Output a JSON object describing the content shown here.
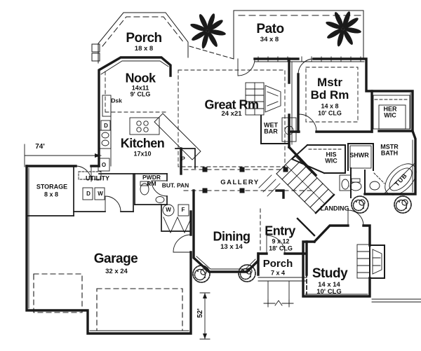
{
  "rooms": {
    "porch_rear": {
      "name": "Porch",
      "dims": "18 x 8"
    },
    "patio": {
      "name": "Pato",
      "dims": "34 x 8"
    },
    "nook": {
      "name": "Nook",
      "dims": "14x11",
      "clg": "9' CLG"
    },
    "great_rm": {
      "name": "Great Rm",
      "dims": "24 x21"
    },
    "mstr_bd_rm": {
      "name": "Mstr\nBd Rm",
      "dims": "14 x 8",
      "clg": "10' CLG"
    },
    "her_wic": {
      "name": "HER\nWIC"
    },
    "kitchen": {
      "name": "Kitchen",
      "dims": "17x10"
    },
    "wet_bar": {
      "name": "WET\nBAR"
    },
    "his_wic": {
      "name": "HIS\nWIC"
    },
    "shwr": {
      "name": "SHWR"
    },
    "mstr_bath": {
      "name": "MSTR\nBATH"
    },
    "tub": {
      "name": "TUB"
    },
    "storage": {
      "name": "STORAGE",
      "dims": "8 x 8"
    },
    "utility": {
      "name": "UTILITY"
    },
    "pwdr_rm": {
      "name": "PWDR\nRM"
    },
    "but_pan": {
      "name": "BUT. PAN"
    },
    "gallery": {
      "name": "GALLERY"
    },
    "landing": {
      "name": "LANDING"
    },
    "garage": {
      "name": "Garage",
      "dims": "32 x 24"
    },
    "dining": {
      "name": "Dining",
      "dims": "13 x 14"
    },
    "entry": {
      "name": "Entry",
      "dims": "9 x 12",
      "clg": "18' CLG"
    },
    "porch_front": {
      "name": "Porch",
      "dims": "7 x 4"
    },
    "study": {
      "name": "Study",
      "dims": "14 x 14",
      "clg": "10' CLG"
    }
  },
  "overall_dimensions": {
    "width": "74'",
    "depth": "52'"
  },
  "fixture_labels": {
    "desk": "Dsk",
    "dishwasher": "D",
    "oven": "O",
    "dryer": "D",
    "washer": "W",
    "water_heater": "W",
    "furnace": "F",
    "pantry": "P"
  },
  "icons": {
    "palm_tree": "palm-tree",
    "shrub": "shrub",
    "stairs": "stairs",
    "fireplace": "fireplace",
    "bathtub": "bathtub",
    "door_swing": "door-swing"
  },
  "colors": {
    "ink": "#1a1a1a",
    "paper": "#ffffff"
  }
}
